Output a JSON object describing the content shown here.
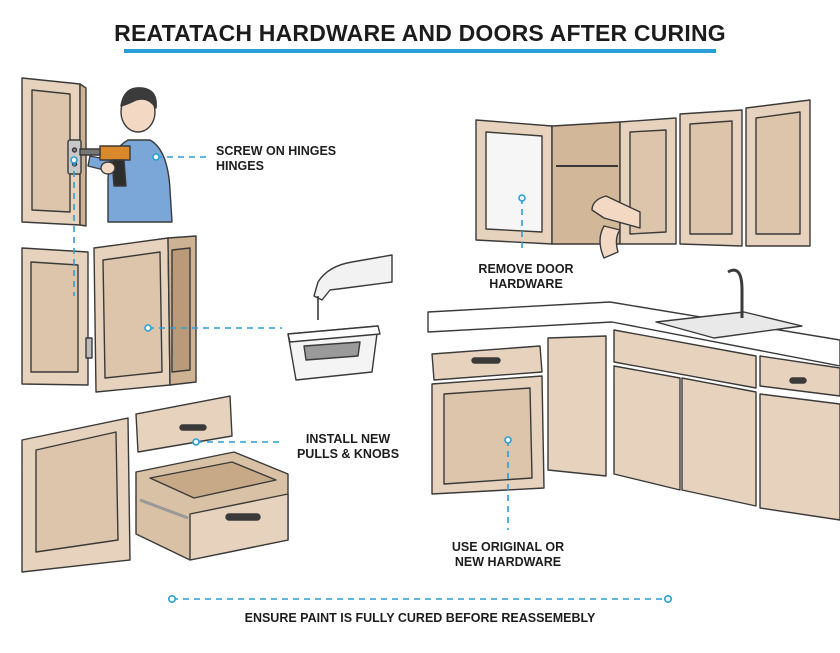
{
  "title": "REATATACH HARDWARE AND DOORS AFTER CURING",
  "labels": {
    "screw_hinges": [
      "SCREW ON HINGES",
      "HINGES"
    ],
    "remove_hardware": [
      "REMOVE DOOR",
      "HARDWARE"
    ],
    "install_pulls": [
      "INSTALL NEW",
      "PULLS & KNOBS"
    ],
    "original_hardware": [
      "USE ORIGINAL OR",
      "NEW HARDWARE"
    ]
  },
  "footer": "ENSURE PAINT IS FULLY CURED BEFORE REASSEMEBLY",
  "colors": {
    "accent": "#2a9fd6",
    "cabinet": "#e7d3bd",
    "cabinet_shade": "#d6bc9f",
    "outline": "#3a3a3a",
    "shirt": "#7aa7d8"
  }
}
